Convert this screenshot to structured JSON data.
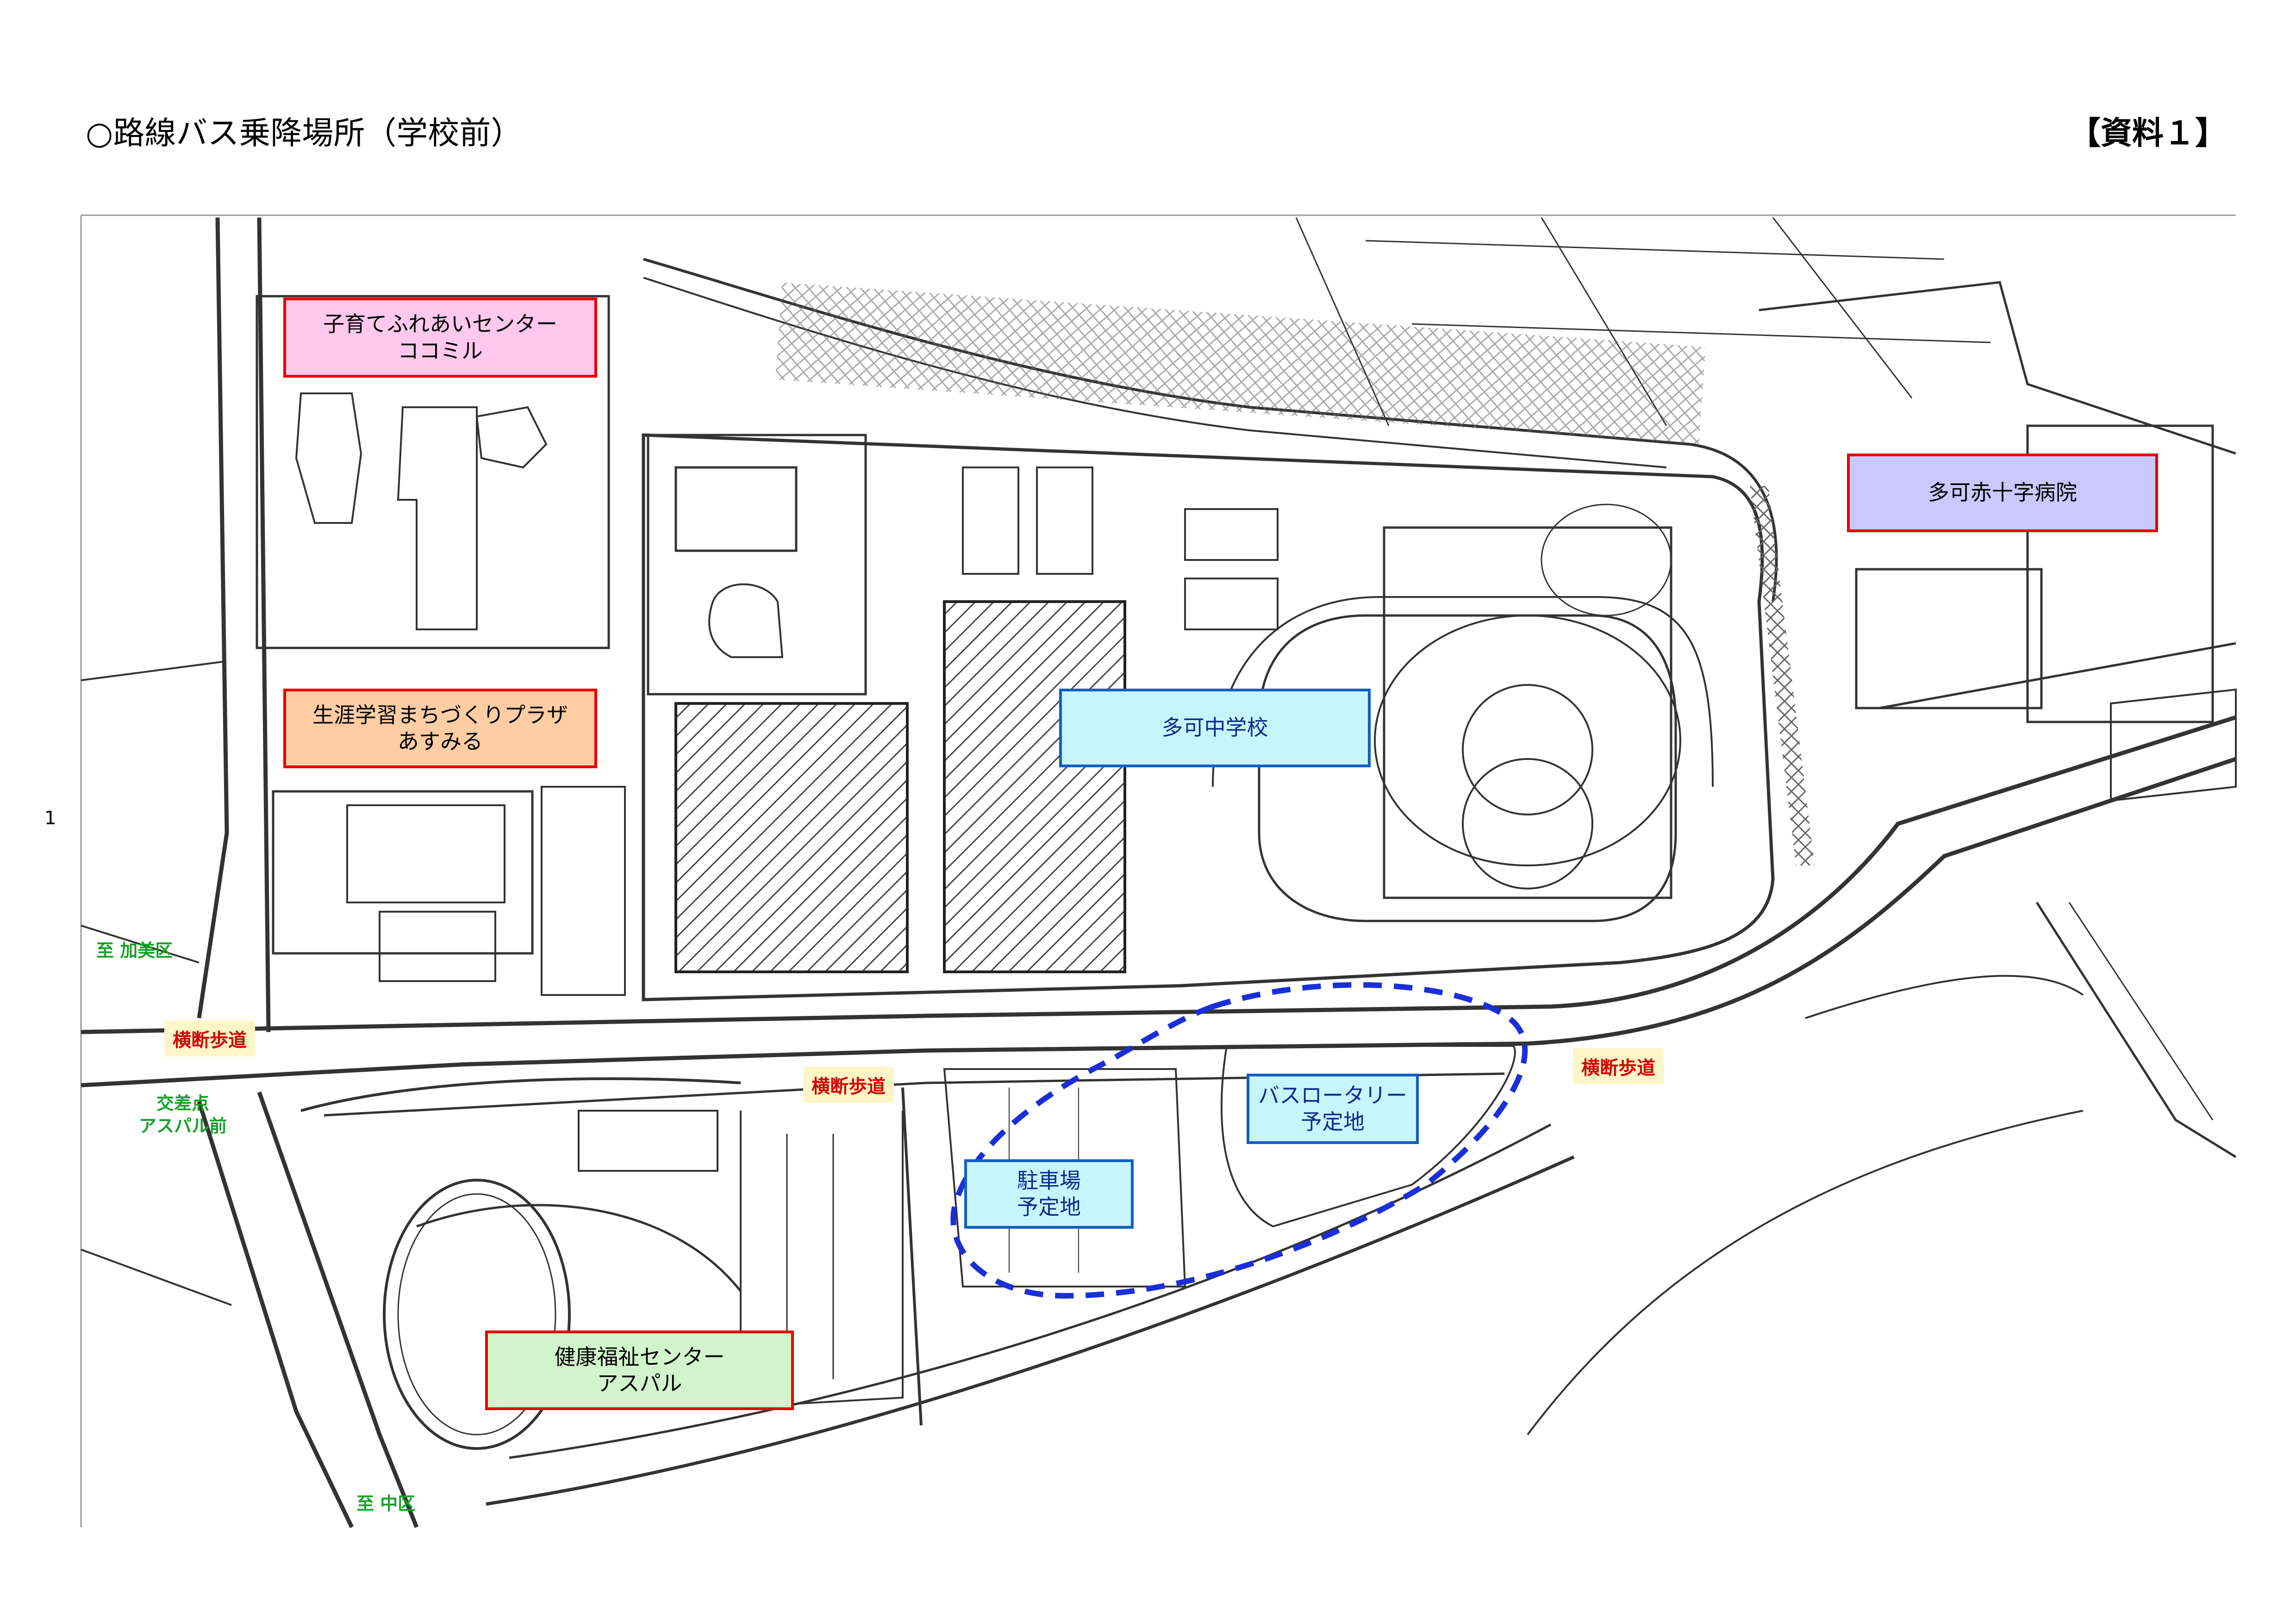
{
  "header": {
    "title": "○路線バス乗降場所（学校前）",
    "doc_label": "【資料１】"
  },
  "page_number": "1",
  "facilities": {
    "kosodate": {
      "line1": "子育てふれあいセンター",
      "line2": "ココミル",
      "fill": "#ffc8ec"
    },
    "shogai": {
      "line1": "生涯学習まちづくりプラザ",
      "line2": "あすみる",
      "fill": "#ffcda4"
    },
    "school": {
      "line1": "多可中学校",
      "fill": "#c8f4fc",
      "border": "#1060c0"
    },
    "hospital": {
      "line1": "多可赤十字病院",
      "fill": "#c9c9ff"
    },
    "kenko": {
      "line1": "健康福祉センター",
      "line2": "アスパル",
      "fill": "#d2f4cc"
    },
    "bus_rotary": {
      "line1": "バスロータリー",
      "line2": "予定地",
      "fill": "#c8f4fc"
    },
    "parking": {
      "line1": "駐車場",
      "line2": "予定地",
      "fill": "#c8f4fc"
    }
  },
  "crossings": {
    "west": "横断歩道",
    "center": "横断歩道",
    "east": "横断歩道"
  },
  "directions": {
    "kami": "至 加美区",
    "naka": "至 中区",
    "intersection_line1": "交差点",
    "intersection_line2": "アスパル前"
  },
  "colors": {
    "box_border": "#e60000",
    "blue_border": "#1060c0",
    "crossing_bg": "#fff6c8",
    "crossing_text": "#d40000",
    "direction_text": "#17a02a",
    "dashed_route": "#1a2fd8"
  }
}
